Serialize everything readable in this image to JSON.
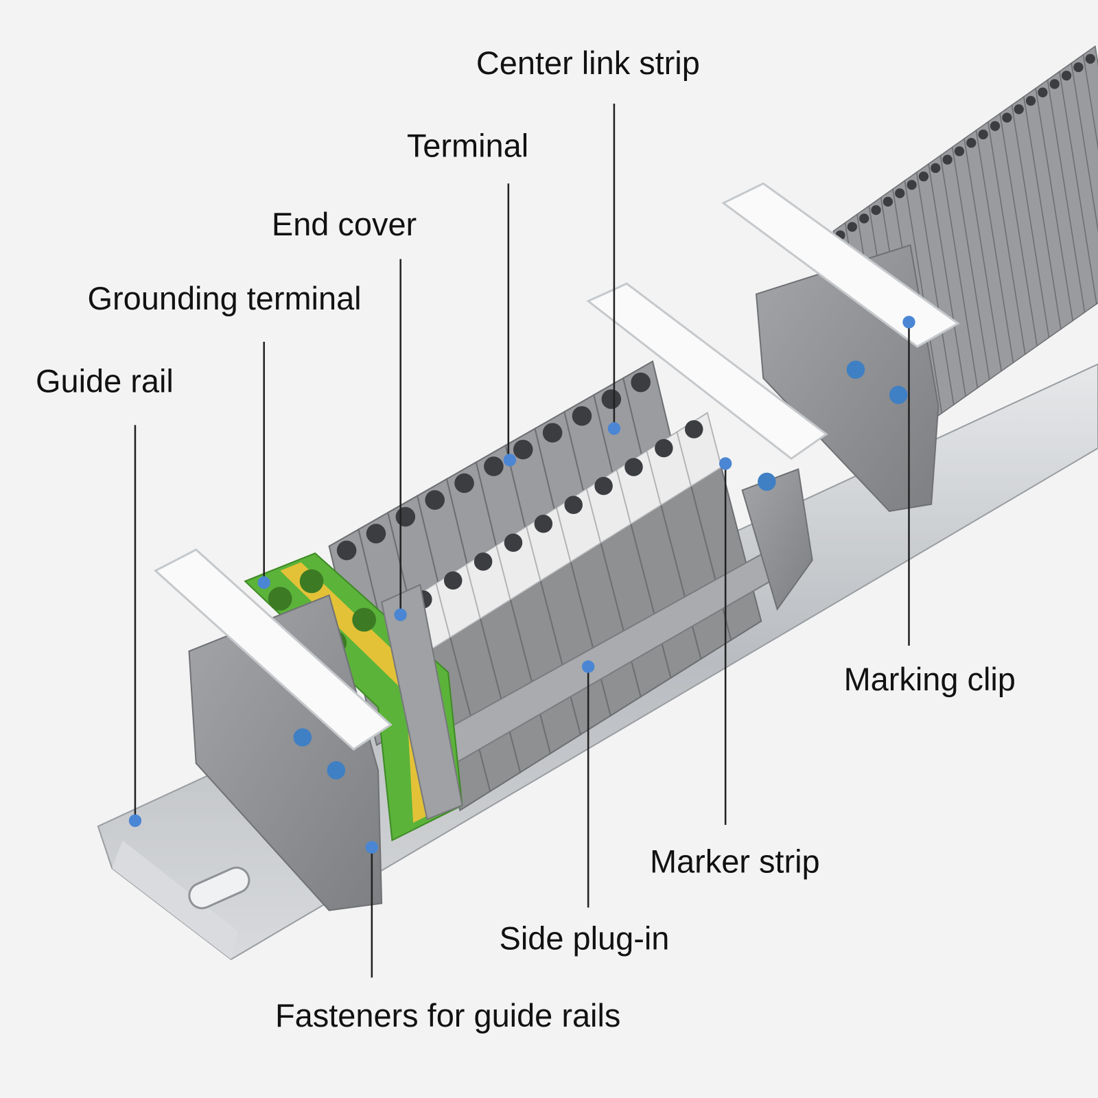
{
  "labels": {
    "center_link_strip": "Center link strip",
    "terminal": "Terminal",
    "end_cover": "End cover",
    "grounding_terminal": "Grounding terminal",
    "guide_rail": "Guide rail",
    "marking_clip": "Marking clip",
    "marker_strip": "Marker strip",
    "side_plug_in": "Side plug-in",
    "fasteners": "Fasteners for guide rails"
  },
  "colors": {
    "background": "#f3f3f3",
    "terminal_gray": "#8e9092",
    "marker_white": "#ececec",
    "ground_green": "#5bb33a",
    "ground_yellow": "#e3c237",
    "rail_silver": "#c9ccd0",
    "dot_blue": "#4a86d4"
  }
}
